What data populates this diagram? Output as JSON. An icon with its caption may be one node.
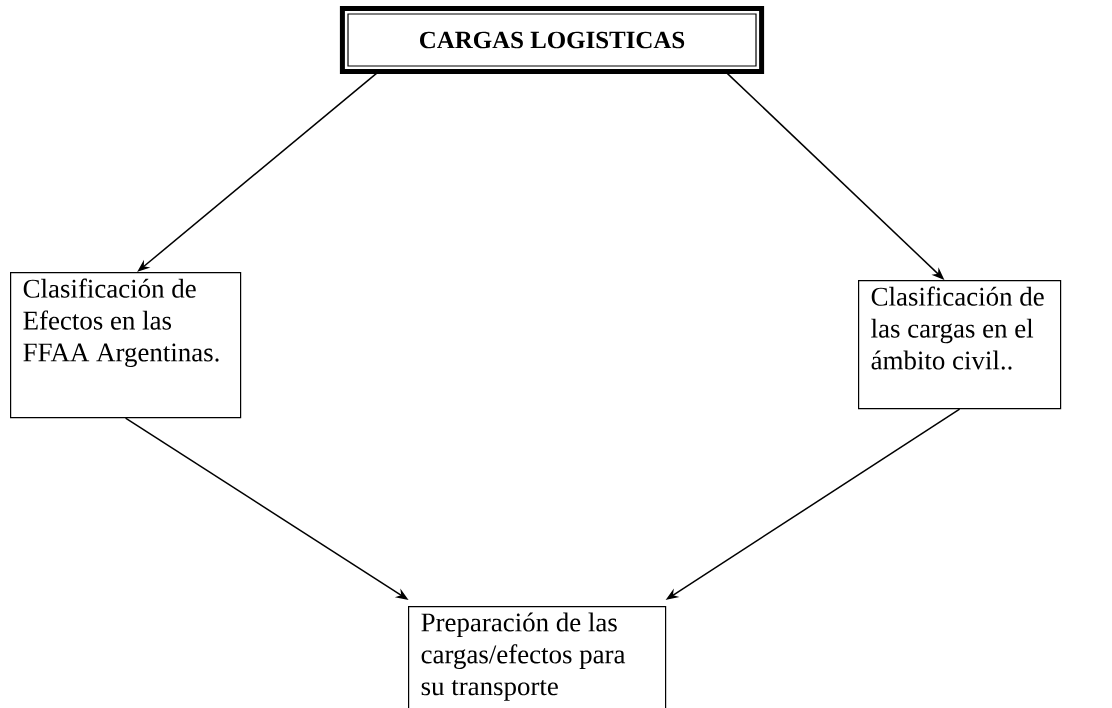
{
  "diagram": {
    "nodes": [
      {
        "text": [
          "CARGAS LOGISTICAS"
        ]
      },
      {
        "text": [
          "Clasificación de Efectos en las FFAA Argentinas."
        ]
      },
      {
        "text": [
          "Clasificación de las cargas en el ámbito civil.."
        ]
      },
      {
        "text": [
          "Preparación de las cargas/efectos para su transporte"
        ]
      }
    ],
    "edges": [
      {
        "from": 0,
        "to": 1,
        "arrow": "to"
      },
      {
        "from": 0,
        "to": 2,
        "arrow": "to"
      },
      {
        "from": 1,
        "to": 3,
        "arrow": "to"
      },
      {
        "from": 2,
        "to": 3,
        "arrow": "to"
      }
    ]
  }
}
